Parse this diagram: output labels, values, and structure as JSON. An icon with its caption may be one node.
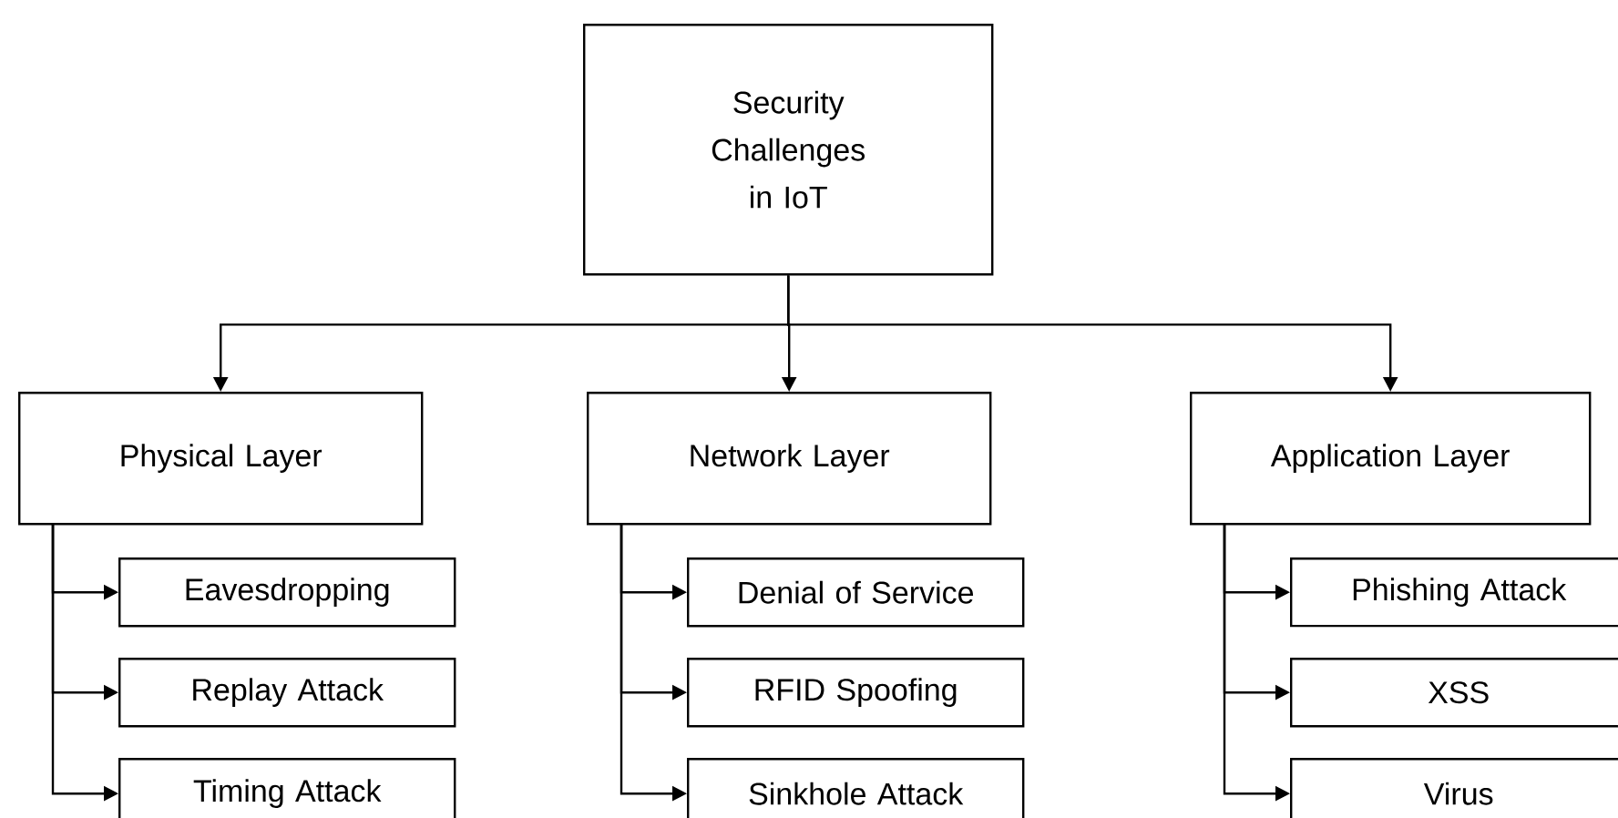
{
  "diagram": {
    "nodes": [
      {
        "text": [
          "Security Challenges in IoT"
        ]
      },
      {
        "text": [
          "Physical Layer"
        ]
      },
      {
        "text": [
          "Network Layer"
        ]
      },
      {
        "text": [
          "Application Layer"
        ]
      },
      {
        "text": [
          "Eavesdropping"
        ]
      },
      {
        "text": [
          "Replay Attack"
        ]
      },
      {
        "text": [
          "Timing Attack"
        ]
      },
      {
        "text": [
          "Denial of Service"
        ]
      },
      {
        "text": [
          "RFID Spoofing"
        ]
      },
      {
        "text": [
          "Sinkhole Attack"
        ]
      },
      {
        "text": [
          "Phishing Attack"
        ]
      },
      {
        "text": [
          "XSS"
        ]
      },
      {
        "text": [
          "Virus"
        ]
      }
    ],
    "edges": [
      {
        "from": 0,
        "to": 1,
        "arrow": "to"
      },
      {
        "from": 0,
        "to": 2,
        "arrow": "to"
      },
      {
        "from": 0,
        "to": 3,
        "arrow": "to"
      },
      {
        "from": 1,
        "to": 4,
        "arrow": "to"
      },
      {
        "from": 1,
        "to": 5,
        "arrow": "to"
      },
      {
        "from": 1,
        "to": 6,
        "arrow": "to"
      },
      {
        "from": 2,
        "to": 7,
        "arrow": "to"
      },
      {
        "from": 2,
        "to": 8,
        "arrow": "to"
      },
      {
        "from": 2,
        "to": 9,
        "arrow": "to"
      },
      {
        "from": 3,
        "to": 10,
        "arrow": "to"
      },
      {
        "from": 3,
        "to": 11,
        "arrow": "to"
      },
      {
        "from": 3,
        "to": 12,
        "arrow": "to"
      }
    ]
  }
}
